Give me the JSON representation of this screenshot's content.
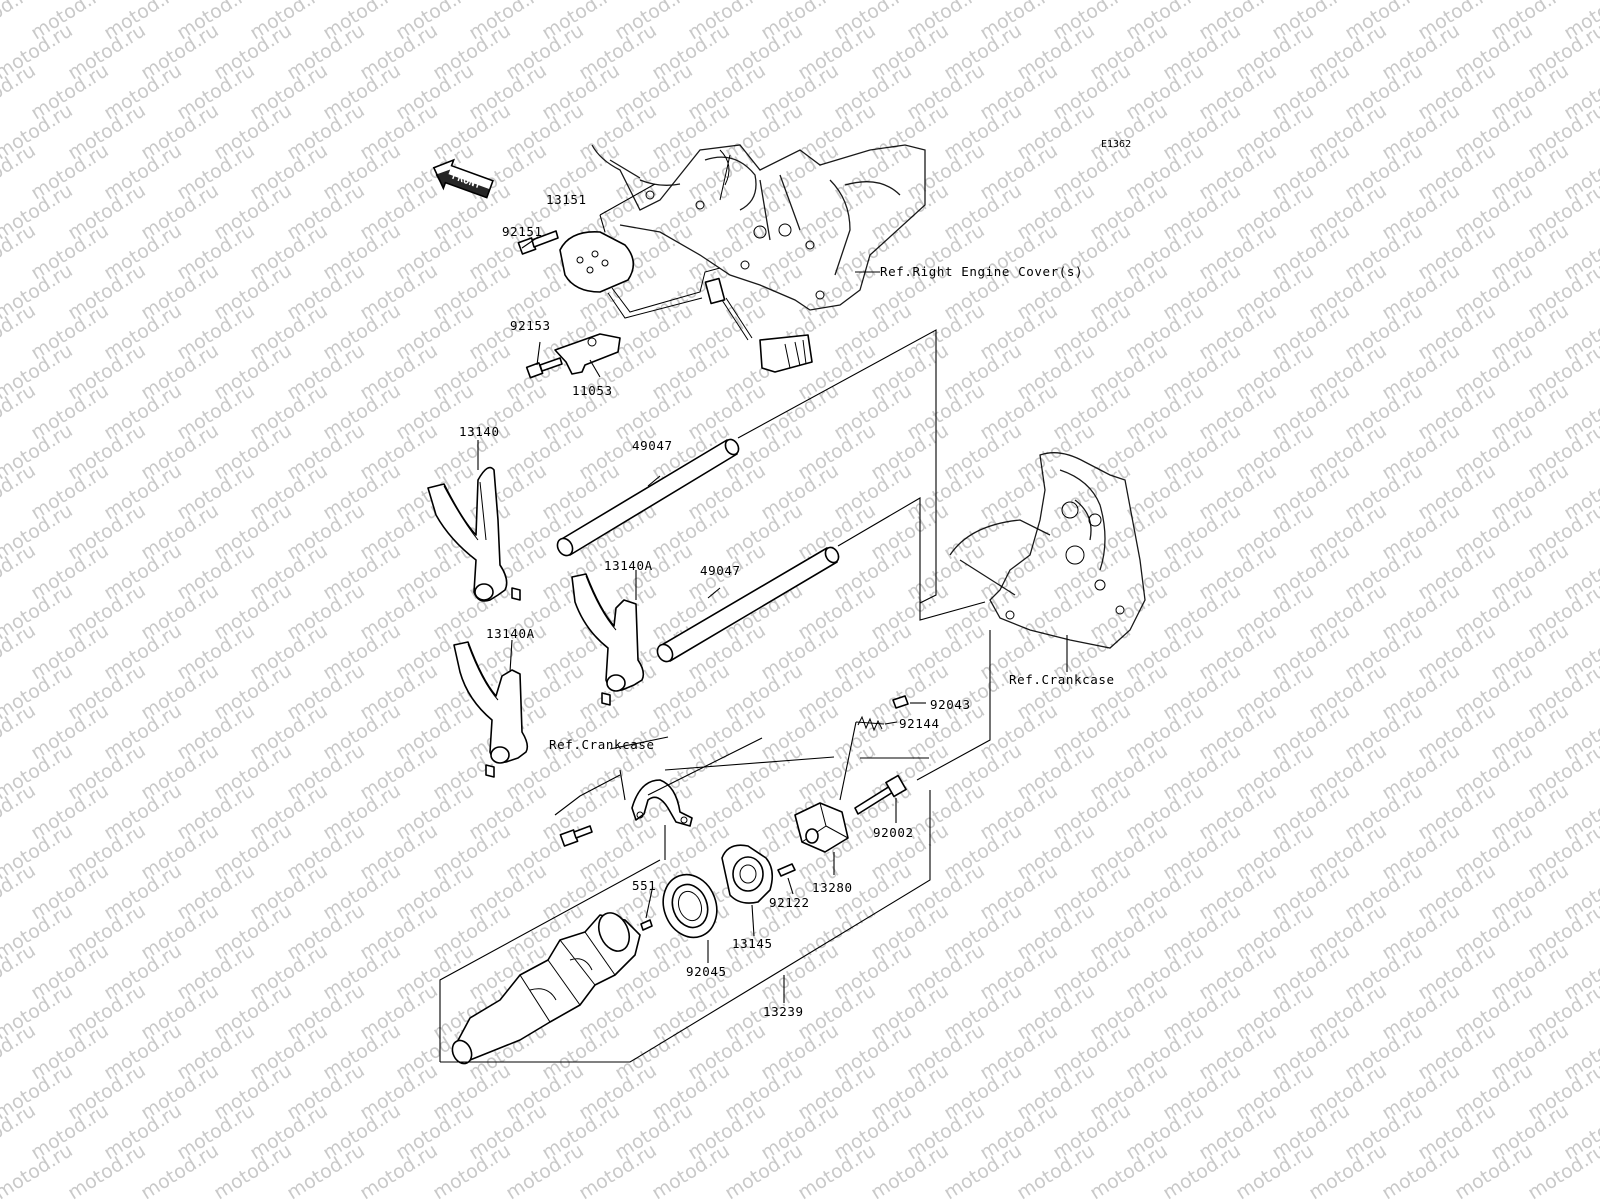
{
  "diagram": {
    "code": "E1362",
    "watermark_text": "motod.ru",
    "front_label": "FRONT",
    "labels": {
      "p13151": "13151",
      "p92151": "92151",
      "p92153": "92153",
      "p11053": "11053",
      "ref_right_cover": "Ref.Right Engine Cover(s)",
      "p13140": "13140",
      "p49047_a": "49047",
      "p49047_b": "49047",
      "p13140A_a": "13140A",
      "p13140A_b": "13140A",
      "ref_crankcase_right": "Ref.Crankcase",
      "p92043": "92043",
      "p92144": "92144",
      "ref_crankcase_left": "Ref.Crankcase",
      "p92002": "92002",
      "p551": "551",
      "p92122": "92122",
      "p13280": "13280",
      "p13145": "13145",
      "p92045": "92045",
      "p13239": "13239"
    }
  }
}
